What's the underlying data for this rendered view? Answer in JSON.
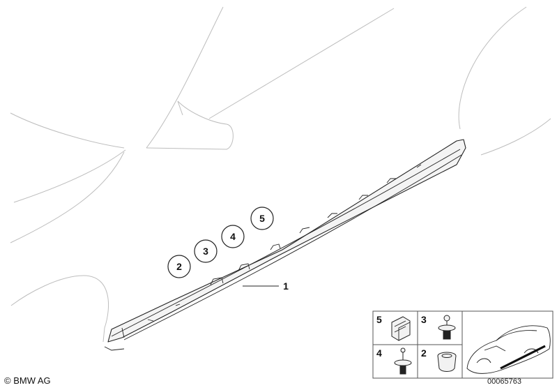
{
  "callouts": [
    {
      "label": "1"
    },
    {
      "label": "2"
    },
    {
      "label": "3"
    },
    {
      "label": "4"
    },
    {
      "label": "5"
    }
  ],
  "legend": {
    "cells": [
      {
        "label": "5",
        "part": "clip"
      },
      {
        "label": "3",
        "part": "expanding-rivet"
      },
      {
        "label": "4",
        "part": "screw"
      },
      {
        "label": "2",
        "part": "grommet"
      }
    ]
  },
  "footer": {
    "copyright": "© BMW AG",
    "diagram_id": "00065763"
  }
}
